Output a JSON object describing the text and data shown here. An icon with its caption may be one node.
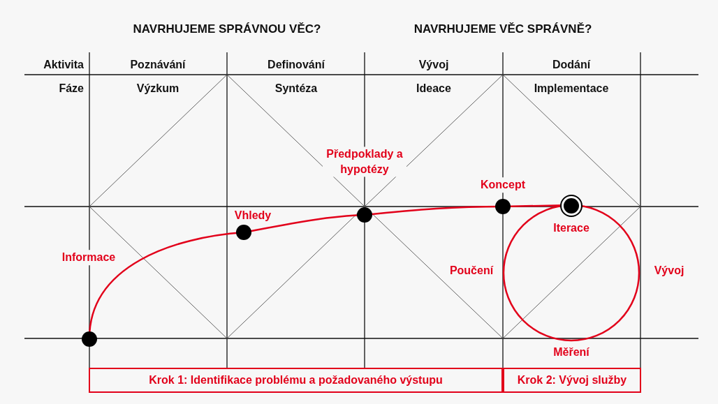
{
  "diagram": {
    "nodes": [
      {
        "text": [
          "Krok 1: Identifikace problému a požadovaného výstupu"
        ]
      },
      {
        "text": [
          "Krok 2: Vývoj služby"
        ]
      }
    ],
    "labels": [
      "NAVRHUJEME SPRÁVNOU VĚC?",
      "NAVRHUJEME VĚC SPRÁVNĚ?",
      "Aktivita",
      "Poznávání",
      "Definování",
      "Vývoj",
      "Dodání",
      "Fáze",
      "Výzkum",
      "Syntéza",
      "Ideace",
      "Implementace",
      "Předpoklady a hypotézy",
      "Koncept",
      "Vhledy",
      "Iterace",
      "Informace",
      "Poučení",
      "Vývoj",
      "Měření"
    ]
  }
}
